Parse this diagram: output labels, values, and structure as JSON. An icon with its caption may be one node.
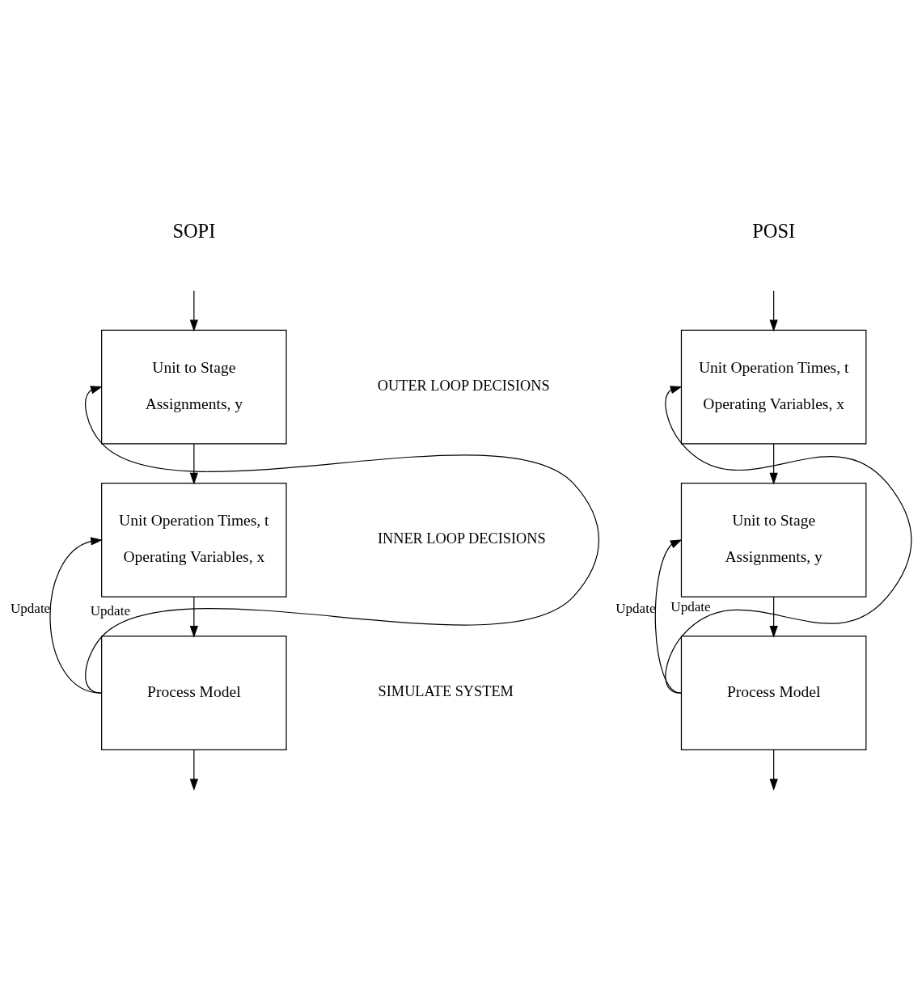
{
  "diagram": {
    "nodes": [
      {
        "text": [
          "Unit to Stage",
          "Assignments, y"
        ]
      },
      {
        "text": [
          "Unit Operation Times, t",
          "Operating Variables, x"
        ]
      },
      {
        "text": [
          "Process Model"
        ]
      },
      {
        "text": [
          "Unit Operation Times, t",
          "Operating Variables, x"
        ]
      },
      {
        "text": [
          "Unit to Stage",
          "Assignments, y"
        ]
      },
      {
        "text": [
          "Process Model"
        ]
      }
    ],
    "edges": [
      {
        "from": null,
        "to": 0,
        "arrow": "to"
      },
      {
        "from": 0,
        "to": 1,
        "arrow": "to"
      },
      {
        "from": 1,
        "to": 2,
        "arrow": "to"
      },
      {
        "from": 2,
        "to": null,
        "arrow": "to"
      },
      {
        "from": 2,
        "to": 1,
        "arrow": "to",
        "label": "Update"
      },
      {
        "from": 2,
        "to": 0,
        "arrow": "to",
        "label": "Update"
      },
      {
        "from": null,
        "to": 3,
        "arrow": "to"
      },
      {
        "from": 3,
        "to": 4,
        "arrow": "to"
      },
      {
        "from": 4,
        "to": 5,
        "arrow": "to"
      },
      {
        "from": 5,
        "to": null,
        "arrow": "to"
      },
      {
        "from": 5,
        "to": 4,
        "arrow": "to",
        "label": "Update"
      },
      {
        "from": 5,
        "to": 3,
        "arrow": "to",
        "label": "Update"
      }
    ],
    "labels": [
      "SOPI",
      "POSI",
      "OUTER LOOP DECISIONS",
      "INNER LOOP DECISIONS",
      "SIMULATE SYSTEM"
    ]
  }
}
